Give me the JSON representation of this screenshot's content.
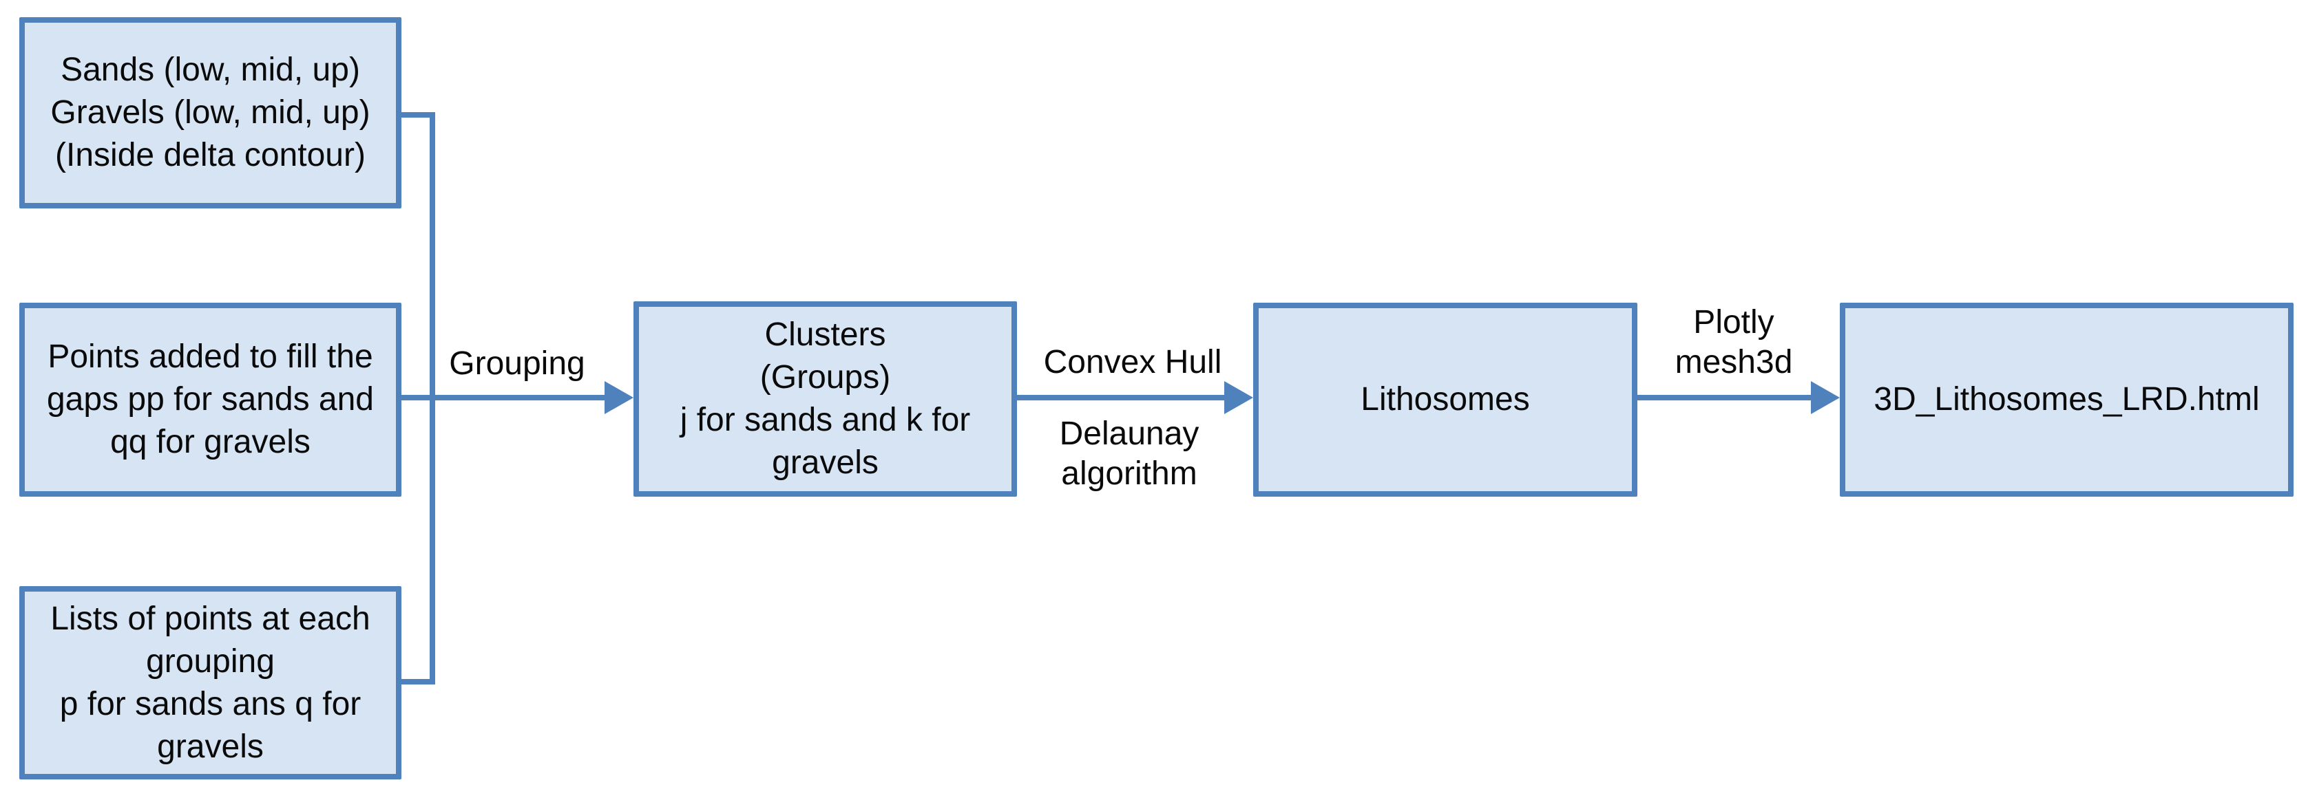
{
  "diagram": {
    "colors": {
      "box_fill": "#d6e4f3",
      "box_border": "#4f81bd",
      "line": "#4f81bd",
      "text": "#0a0a0a",
      "background": "#ffffff"
    },
    "boxes": {
      "source_data": {
        "lines": [
          "Sands (low, mid, up)",
          "Gravels (low, mid, up)",
          "(Inside delta contour)"
        ]
      },
      "gap_points": {
        "lines": [
          "Points added to fill the",
          "gaps pp for sands and",
          "qq for gravels"
        ]
      },
      "point_lists": {
        "lines": [
          "Lists of points at each",
          "grouping",
          "p for sands ans q for",
          "gravels"
        ]
      },
      "clusters": {
        "lines": [
          "Clusters",
          "(Groups)",
          "j for sands and k for",
          "gravels"
        ]
      },
      "lithosomes": {
        "lines": [
          "Lithosomes"
        ]
      },
      "output_file": {
        "lines": [
          "3D_Lithosomes_LRD.html"
        ]
      }
    },
    "edge_labels": {
      "grouping": [
        "Grouping"
      ],
      "convex_hull": [
        "Convex Hull"
      ],
      "delaunay_algorithm": [
        "Delaunay",
        "algorithm"
      ],
      "plotly_mesh3d": [
        "Plotly",
        "mesh3d"
      ]
    }
  }
}
